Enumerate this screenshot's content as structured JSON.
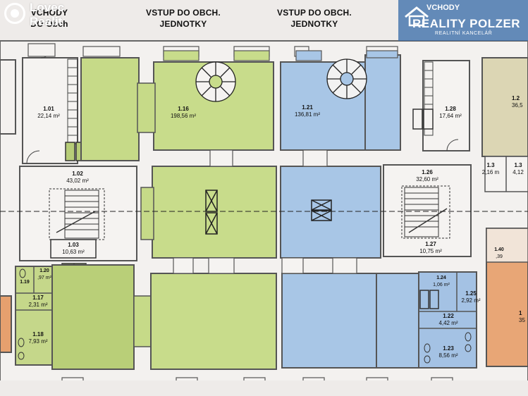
{
  "headers": {
    "entrance_left": [
      "VCHODY",
      "DO Obch"
    ],
    "entrance_shop_1": [
      "VSTUP DO OBCH.",
      "JEDNOTKY"
    ],
    "entrance_shop_2": [
      "VSTUP DO OBCH.",
      "JEDNOTKY"
    ]
  },
  "watermark_left": {
    "line1": "Lovec",
    "line2": "Realit"
  },
  "watermark_right": {
    "top": "VCHODY",
    "brand": "REALITY POLZER",
    "sub": "REALITNÍ KANCELÁŘ"
  },
  "rooms": [
    {
      "id": "1.01",
      "area": "22,14 m²"
    },
    {
      "id": "1.16",
      "area": "198,56 m²"
    },
    {
      "id": "1.21",
      "area": "136,81 m²"
    },
    {
      "id": "1.28",
      "area": "17,64 m²"
    },
    {
      "id": "1.2",
      "area": "36,5"
    },
    {
      "id": "1.02",
      "area": "43,02 m²"
    },
    {
      "id": "1.03",
      "area": "10,63 m²"
    },
    {
      "id": "1.26",
      "area": "32,60 m²"
    },
    {
      "id": "1.27",
      "area": "10,75 m²"
    },
    {
      "id": "1.3",
      "area": "2,16 m"
    },
    {
      "id": "1.3",
      "area": "4,12"
    },
    {
      "id": "1.20",
      "area": ",97 m²"
    },
    {
      "id": "1.19",
      "area": ""
    },
    {
      "id": "1.17",
      "area": "2,31 m²"
    },
    {
      "id": "1.18",
      "area": "7,93 m²"
    },
    {
      "id": "1.24",
      "area": "1,06 m²"
    },
    {
      "id": "1.25",
      "area": "2,92 m²"
    },
    {
      "id": "1.22",
      "area": "4,42 m²"
    },
    {
      "id": "1.23",
      "area": "8,56 m²"
    },
    {
      "id": "1.40",
      "area": ",39"
    },
    {
      "id": "1",
      "area": "35"
    }
  ],
  "colors": {
    "green": "#c9db8c",
    "green_dark": "#b9cf78",
    "blue": "#a9c6e6",
    "blue_dark": "#8fb3dc",
    "orange": "#e9a777",
    "beige": "#ddd7b6",
    "wall": "#5a5a5a",
    "paper": "#f1eeed"
  }
}
